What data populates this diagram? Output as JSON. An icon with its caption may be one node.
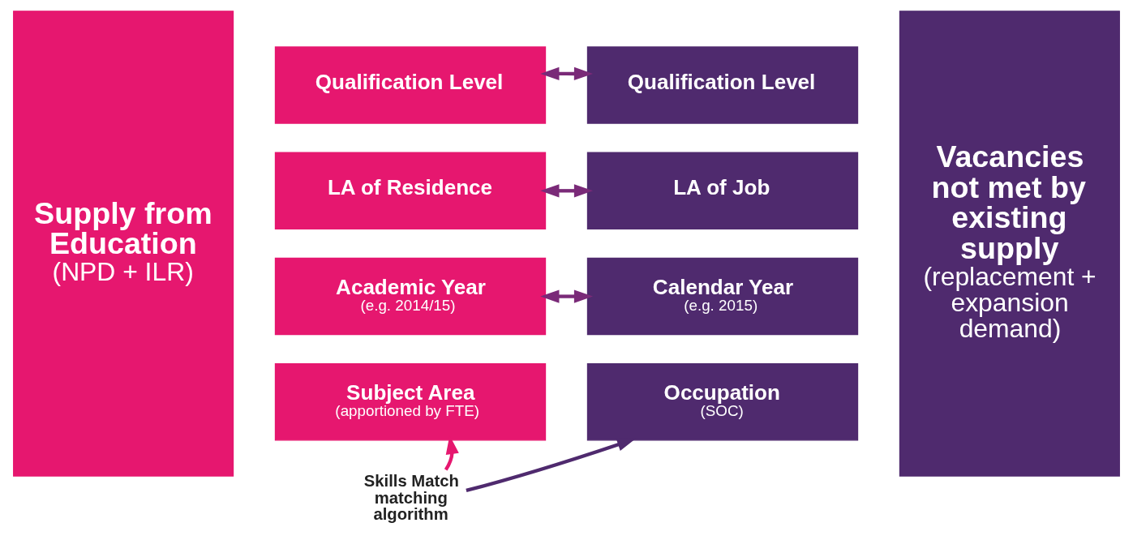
{
  "diagram": {
    "nodes": [
      {
        "text": [
          "Supply from Education",
          "(NPD + ILR)"
        ]
      },
      {
        "text": [
          "Qualification Level"
        ]
      },
      {
        "text": [
          "LA of Residence"
        ]
      },
      {
        "text": [
          "Academic Year",
          "(e.g. 2014/15)"
        ]
      },
      {
        "text": [
          "Subject Area",
          "(apportioned by FTE)"
        ]
      },
      {
        "text": [
          "Qualification Level"
        ]
      },
      {
        "text": [
          "LA of Job"
        ]
      },
      {
        "text": [
          "Calendar Year",
          "(e.g. 2015)"
        ]
      },
      {
        "text": [
          "Occupation",
          "(SOC)"
        ]
      },
      {
        "text": [
          "Vacancies not met by existing supply",
          "(replacement + expansion demand)"
        ]
      },
      {
        "text": [
          "Skills Match matching algorithm"
        ]
      }
    ],
    "edges": [
      {
        "from": 1,
        "to": 5,
        "arrow": "both"
      },
      {
        "from": 2,
        "to": 6,
        "arrow": "both"
      },
      {
        "from": 3,
        "to": 7,
        "arrow": "both"
      },
      {
        "from": 10,
        "to": 4,
        "arrow": "to",
        "color": "#e6176f"
      },
      {
        "from": 10,
        "to": 8,
        "arrow": "to",
        "color": "#4f2a6e"
      }
    ]
  }
}
